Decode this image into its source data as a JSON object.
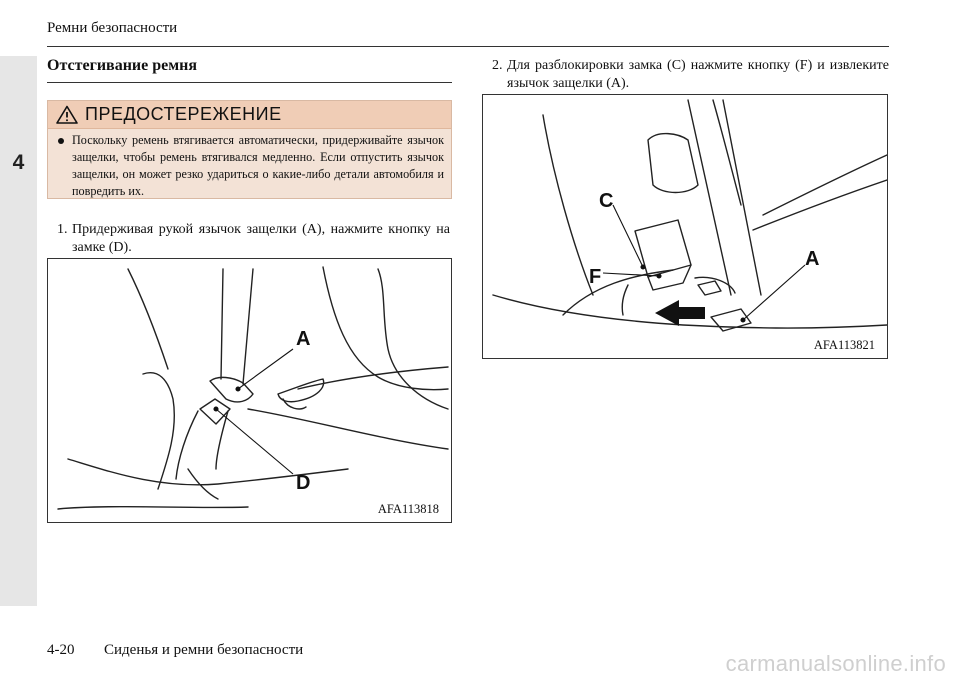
{
  "header": {
    "running_title": "Ремни безопасности"
  },
  "chapter_tab": {
    "number": "4"
  },
  "section": {
    "title": "Отстегивание ремня"
  },
  "warning": {
    "title": "ПРЕДОСТЕРЕЖЕНИЕ",
    "icon": "warning-triangle-icon",
    "text": "Поскольку ремень втягивается автоматически, придерживайте язычок защелки, чтобы ремень втягивался медленно. Если отпустить язычок защелки, он может резко удариться о какие-либо детали автомобиля и повредить их.",
    "background_color": "#f3e2d6",
    "header_color": "#f0cdb6"
  },
  "steps": [
    {
      "number": "1.",
      "text": "Придерживая рукой язычок защелки (A), нажмите кнопку на замке (D)."
    },
    {
      "number": "2.",
      "text": "Для разблокировки замка (C) нажмите кнопку (F) и извлеките язычок защелки (A)."
    }
  ],
  "figures": [
    {
      "code": "AFA113818",
      "labels": {
        "a": "A",
        "d": "D"
      }
    },
    {
      "code": "AFA113821",
      "labels": {
        "c": "C",
        "f": "F",
        "a": "A"
      }
    }
  ],
  "footer": {
    "page": "4-20",
    "title": "Сиденья и ремни безопасности"
  },
  "watermark": "carmanualsonline.info"
}
